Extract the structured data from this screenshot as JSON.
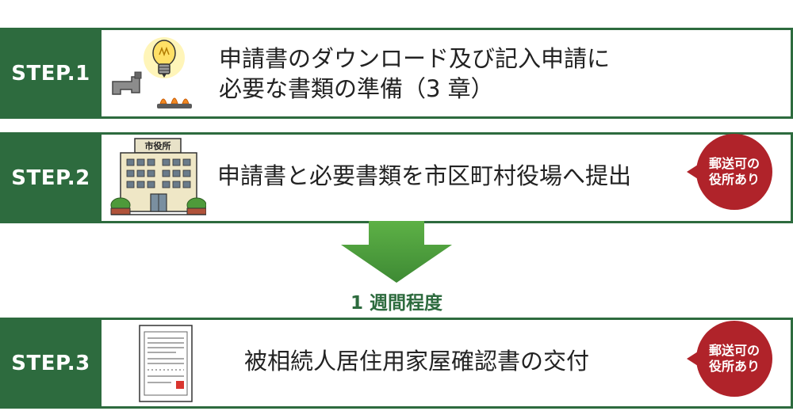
{
  "steps": [
    {
      "label": "STEP.1",
      "text_lines": [
        "申請書のダウンロード及び記入申請に",
        "必要な書類の準備（3 章）"
      ],
      "icon": "lightbulb-faucet-gas-icon"
    },
    {
      "label": "STEP.2",
      "text_lines": [
        "申請書と必要書類を市区町村役場へ提出"
      ],
      "icon": "city-hall-icon",
      "building_sign": "市役所",
      "badge_lines": [
        "郵送可の",
        "役所あり"
      ]
    },
    {
      "label": "STEP.3",
      "text_lines": [
        "被相続人居住用家屋確認書の交付"
      ],
      "icon": "document-icon",
      "badge_lines": [
        "郵送可の",
        "役所あり"
      ]
    }
  ],
  "arrow_label": "1 週間程度",
  "colors": {
    "green": "#2d6b3e",
    "red": "#b0232a",
    "arrow": "#4a9a3c"
  }
}
